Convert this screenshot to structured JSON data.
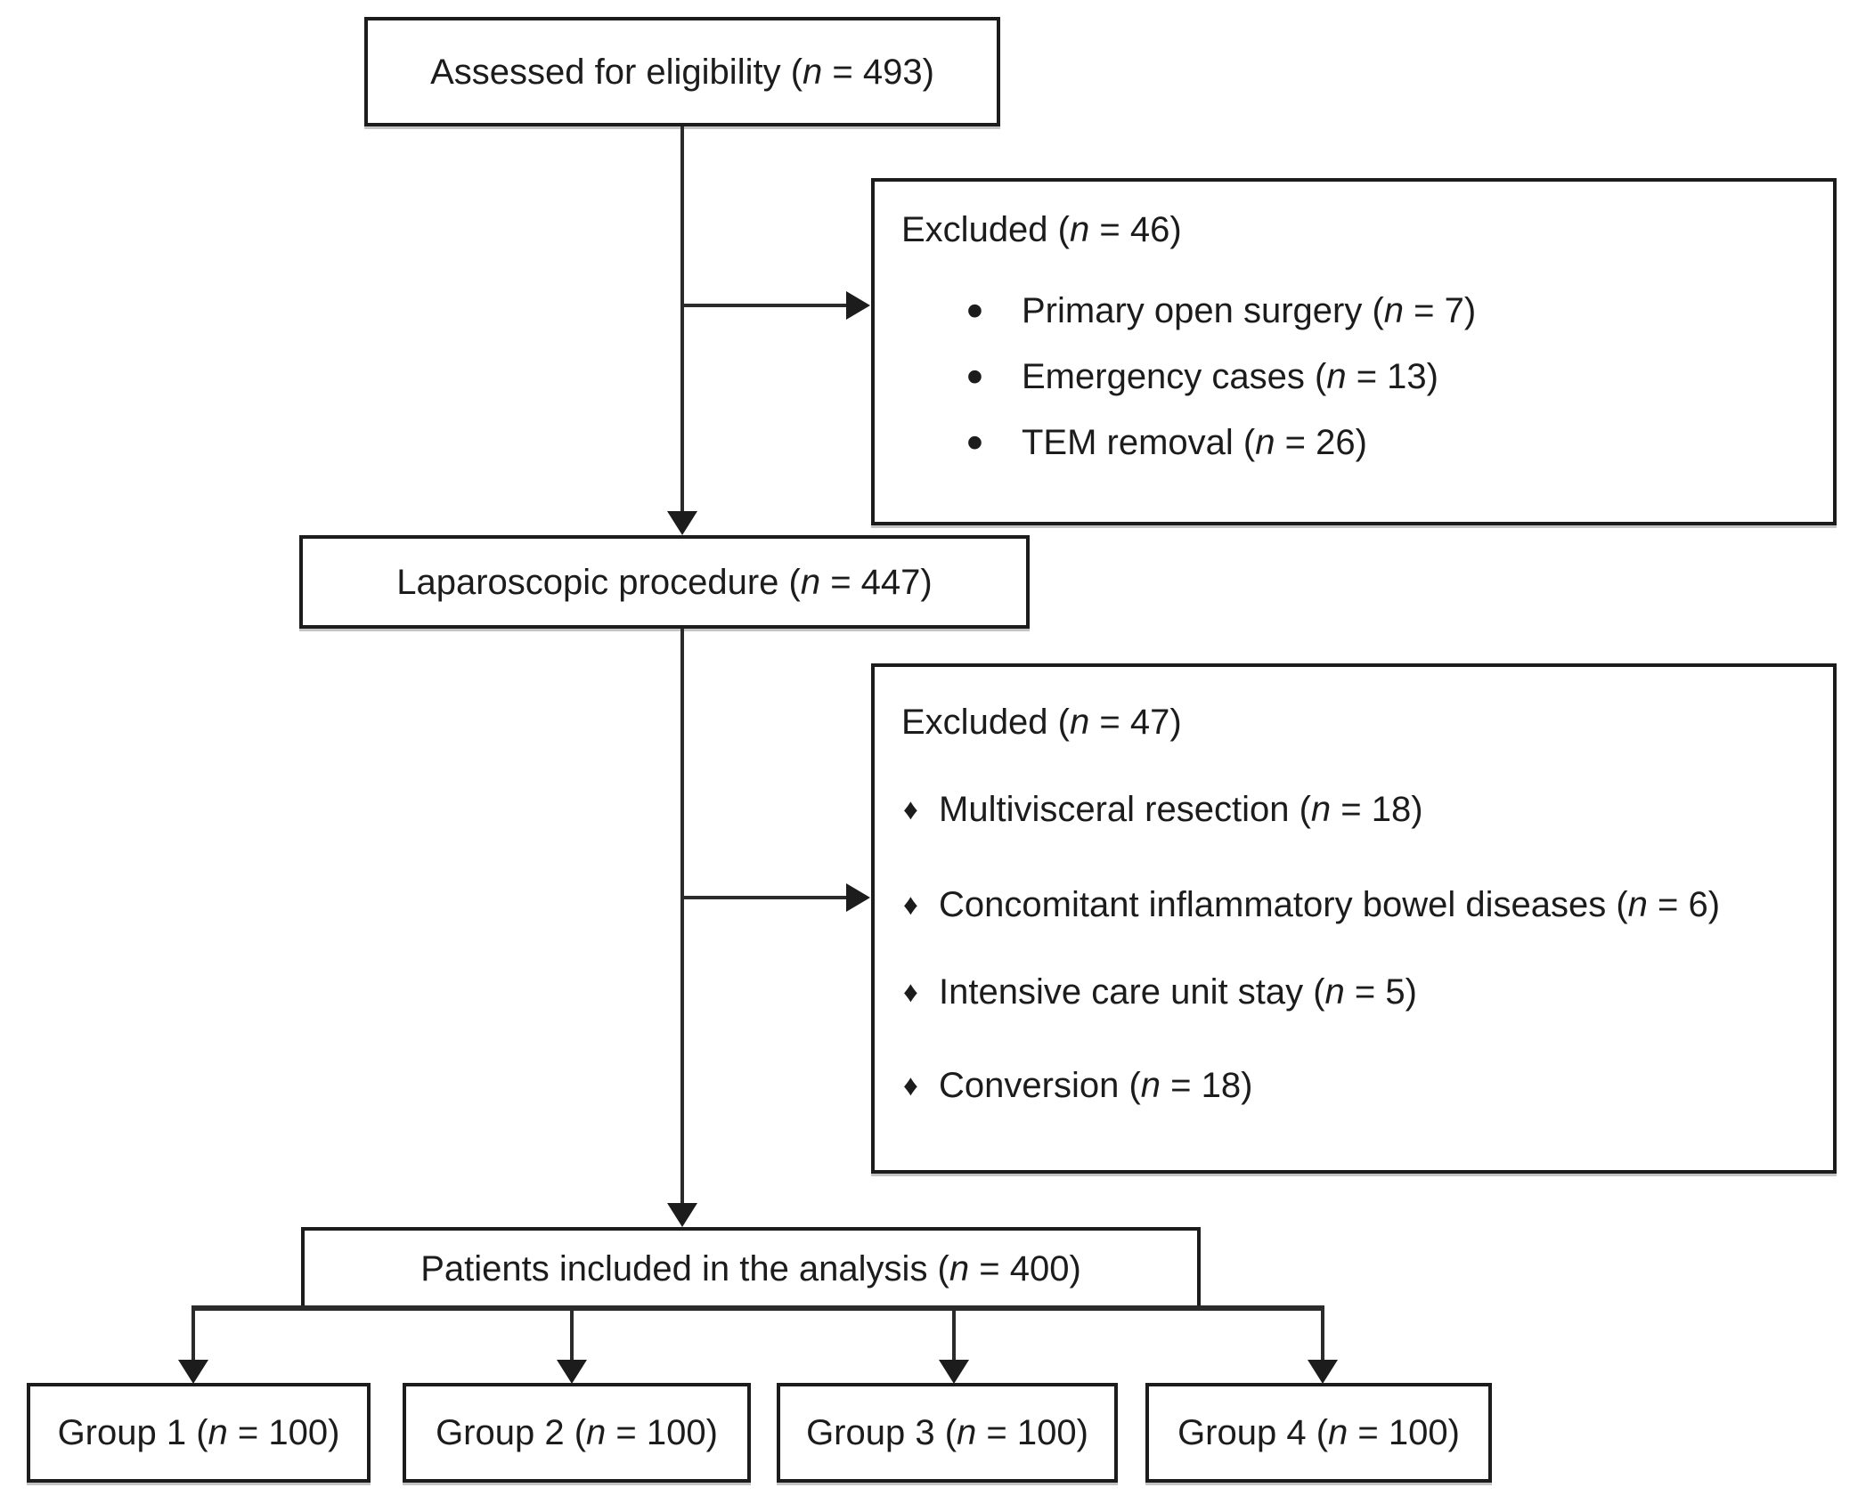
{
  "colors": {
    "background": "#ffffff",
    "box_border": "#1c1c1c",
    "line": "#2b2b2b",
    "text": "#1c1c1c"
  },
  "nodes": {
    "assessed": {
      "before": "Assessed for eligibility (",
      "var": "n",
      "after": " = 493)"
    },
    "excluded1": {
      "heading": {
        "before": "Excluded (",
        "var": "n",
        "after": " = 46)"
      },
      "bullet_glyph": "•",
      "items": [
        {
          "before": "Primary open surgery (",
          "var": "n",
          "after": " = 7)"
        },
        {
          "before": "Emergency cases (",
          "var": "n",
          "after": " = 13)"
        },
        {
          "before": "TEM removal (",
          "var": "n",
          "after": " = 26)"
        }
      ]
    },
    "laparoscopic": {
      "before": "Laparoscopic procedure (",
      "var": "n",
      "after": " = 447)"
    },
    "excluded2": {
      "heading": {
        "before": "Excluded (",
        "var": "n",
        "after": " = 47)"
      },
      "bullet_glyph": "♦",
      "items": [
        {
          "before": "Multivisceral resection (",
          "var": "n",
          "after": " = 18)"
        },
        {
          "before": "Concomitant inflammatory bowel diseases (",
          "var": "n",
          "after": " = 6)"
        },
        {
          "before": "Intensive care unit stay (",
          "var": "n",
          "after": " = 5)"
        },
        {
          "before": "Conversion (",
          "var": "n",
          "after": " = 18)"
        }
      ]
    },
    "included": {
      "before": "Patients included in the analysis (",
      "var": "n",
      "after": " = 400)"
    },
    "groups": [
      {
        "before": "Group 1 (",
        "var": "n",
        "after": " = 100)"
      },
      {
        "before": "Group 2 (",
        "var": "n",
        "after": " = 100)"
      },
      {
        "before": "Group 3 (",
        "var": "n",
        "after": " = 100)"
      },
      {
        "before": "Group 4 (",
        "var": "n",
        "after": " = 100)"
      }
    ]
  }
}
